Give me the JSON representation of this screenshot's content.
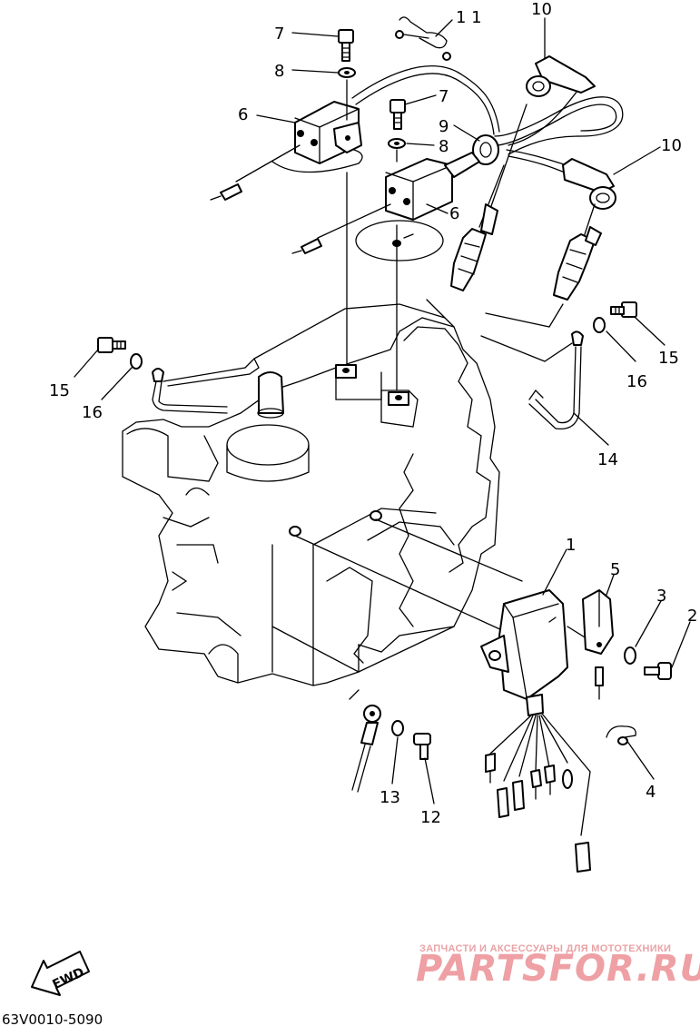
{
  "callouts": [
    {
      "id": "c7a",
      "text": "7"
    },
    {
      "id": "c8a",
      "text": "8"
    },
    {
      "id": "c6a",
      "text": "6"
    },
    {
      "id": "c11",
      "text": "1 1"
    },
    {
      "id": "c10a",
      "text": "10"
    },
    {
      "id": "c7b",
      "text": "7"
    },
    {
      "id": "c9",
      "text": "9"
    },
    {
      "id": "c8b",
      "text": "8"
    },
    {
      "id": "c10b",
      "text": "10"
    },
    {
      "id": "c6b",
      "text": "6"
    },
    {
      "id": "c15a",
      "text": "15"
    },
    {
      "id": "c16a",
      "text": "16"
    },
    {
      "id": "c15b",
      "text": "15"
    },
    {
      "id": "c16b",
      "text": "16"
    },
    {
      "id": "c14",
      "text": "14"
    },
    {
      "id": "c1",
      "text": "1"
    },
    {
      "id": "c5",
      "text": "5"
    },
    {
      "id": "c3",
      "text": "3"
    },
    {
      "id": "c2",
      "text": "2"
    },
    {
      "id": "c4",
      "text": "4"
    },
    {
      "id": "c13",
      "text": "13"
    },
    {
      "id": "c12",
      "text": "12"
    }
  ],
  "fwd_label": "FWD",
  "diagram_code": "63V0010-5090",
  "watermark": {
    "tagline": "ЗАПЧАСТИ И АКСЕССУАРЫ ДЛЯ МОТОТЕХНИКИ",
    "brand": "PARTSFOR.RU"
  }
}
